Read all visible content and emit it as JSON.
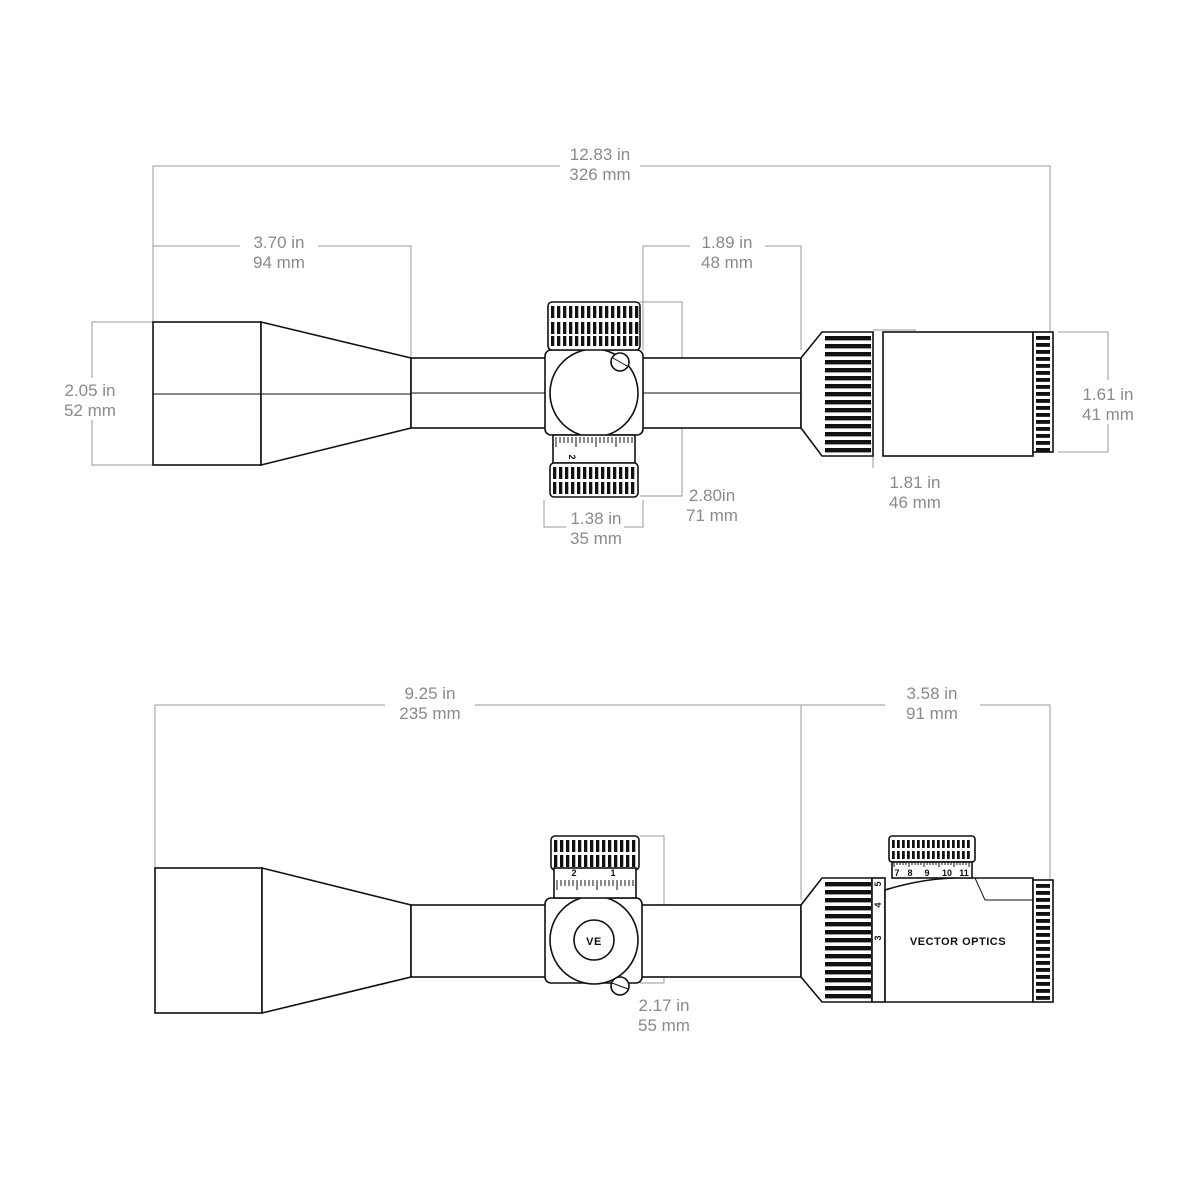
{
  "top_view": {
    "overall_length": {
      "in": "12.83 in",
      "mm": "326 mm"
    },
    "objective_length": {
      "in": "3.70 in",
      "mm": "94 mm"
    },
    "eyepiece_to_turret": {
      "in": "1.89 in",
      "mm": "48 mm"
    },
    "objective_diameter": {
      "in": "2.05 in",
      "mm": "52 mm"
    },
    "eyepiece_diameter": {
      "in": "1.61 in",
      "mm": "41 mm"
    },
    "turret_height": {
      "in": "2.80in",
      "mm": "71 mm"
    },
    "turret_width": {
      "in": "1.38 in",
      "mm": "35 mm"
    },
    "eyepiece_length": {
      "in": "1.81 in",
      "mm": "46 mm"
    },
    "turret_scale": [
      "2"
    ]
  },
  "side_view": {
    "front_length": {
      "in": "9.25 in",
      "mm": "235 mm"
    },
    "rear_length": {
      "in": "3.58 in",
      "mm": "91 mm"
    },
    "turret_offset": {
      "in": "2.17 in",
      "mm": "55 mm"
    },
    "windage_scale": [
      "2",
      "1"
    ],
    "mag_scale": [
      "7",
      "8",
      "9",
      "10",
      "11"
    ],
    "power_ring_scale": [
      "3",
      "4",
      "5"
    ],
    "brand": "VECTOR OPTICS",
    "logo": "vector-optics-logo-icon"
  }
}
